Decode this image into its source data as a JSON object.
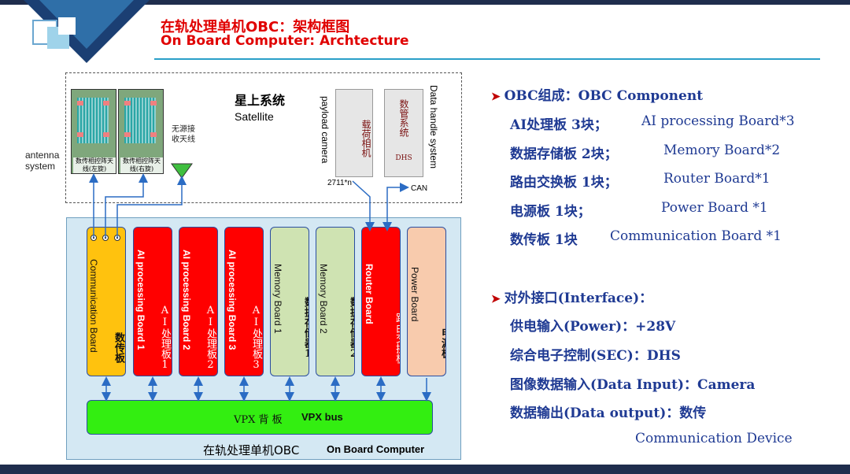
{
  "header": {
    "title_cn": "在轨处理单机OBC：架构框图",
    "title_en": "On Board Computer: Archtecture"
  },
  "satellite": {
    "title_cn": "星上系统",
    "title_en": "Satellite",
    "antenna_system_line1": "antenna",
    "antenna_system_line2": "system",
    "antenna_left": "数传相控阵天线(左旋)",
    "antenna_right": "数传相控阵天线(右旋)",
    "passive_antenna": "无源接收天线",
    "payload_camera_cn": "载荷相机",
    "payload_camera_en": "payload camera",
    "dhs_cn": "数管系统",
    "dhs_abbr": "DHS",
    "dhs_en": "Data handle system",
    "camera_link": "2711*n",
    "can_link": "CAN"
  },
  "obc": {
    "boards": [
      {
        "cn": "数传板",
        "en": "Communication Board"
      },
      {
        "cn": "AI处理板1",
        "en": "AI processing Board 1"
      },
      {
        "cn": "AI处理板2",
        "en": "AI processing Board 2"
      },
      {
        "cn": "AI处理板3",
        "en": "AI processing Board 3"
      },
      {
        "cn": "数据存储器1",
        "en": "Memory Board 1"
      },
      {
        "cn": "数据存储器2",
        "en": "Memory Board 2"
      },
      {
        "cn": "路由交换板",
        "en": "Router Board"
      },
      {
        "cn": "电源板",
        "en": "Power Board"
      }
    ],
    "vpx_cn": "VPX 背 板",
    "vpx_en": "VPX bus",
    "footer_cn": "在轨处理单机OBC",
    "footer_en": "On Board Computer"
  },
  "components": {
    "heading": "OBC组成：OBC Component",
    "items": [
      {
        "cn": "AI处理板  3块；",
        "en": "AI processing Board*3"
      },
      {
        "cn": "数据存储板  2块；",
        "en": "Memory Board*2"
      },
      {
        "cn": "路由交换板  1块；",
        "en": "Router Board*1"
      },
      {
        "cn": "电源板  1块；",
        "en": "Power Board *1"
      },
      {
        "cn": "数传板  1块",
        "en": "Communication Board *1"
      }
    ]
  },
  "interfaces": {
    "heading": "对外接口(Interface)：",
    "items": [
      "供电输入(Power)：+28V",
      "综合电子控制(SEC)：DHS",
      "图像数据输入(Data Input)：Camera",
      "数据输出(Data output)：数传"
    ],
    "last_line": "Communication Device"
  },
  "colors": {
    "title_red": "#e00000",
    "text_blue": "#1f3a93",
    "comm_board": "#ffc20e",
    "ai_board": "#ff0000",
    "memory_board": "#cfe3b2",
    "router_board": "#ff0000",
    "power_board": "#f8cbad",
    "vpx_bus": "#33ee11"
  }
}
